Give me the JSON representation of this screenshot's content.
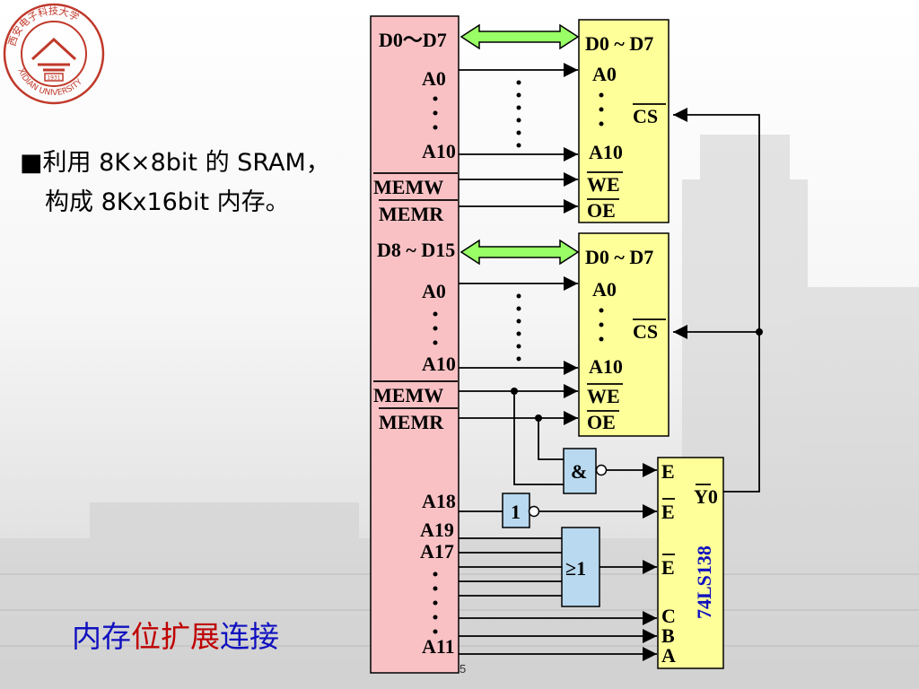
{
  "logo": {
    "text_top": "西安电子科技大学",
    "text_bottom": "XIDIAN UNIVERSITY",
    "year": "1931",
    "color": "#c0392b"
  },
  "bullet": {
    "marker": "■",
    "line1": "利用 8K×8bit 的 SRAM，",
    "line2": "构成 8Kx16bit 内存。"
  },
  "title": {
    "part1": "内存",
    "part2": "位扩展",
    "part3": "连接"
  },
  "page_number": "5",
  "bus": {
    "d_low": "D0～D7",
    "a0": "A0",
    "a10": "A10",
    "memw": "MEMW",
    "memr": "MEMR",
    "d_high": "D8 ~ D15",
    "a0_b": "A0",
    "a10_b": "A10",
    "memw_b": "MEMW",
    "memr_b": "MEMR",
    "a18": "A18",
    "a19": "A19",
    "a17": "A17",
    "a11": "A11"
  },
  "chip1": {
    "data": "D0 ~ D7",
    "a0": "A0",
    "cs": "CS",
    "a10": "A10",
    "we": "WE",
    "oe": "OE"
  },
  "chip2": {
    "data": "D0 ~ D7",
    "a0": "A0",
    "cs": "CS",
    "a10": "A10",
    "we": "WE",
    "oe": "OE"
  },
  "gates": {
    "and": "&",
    "not": "1",
    "or": "≥1"
  },
  "decoder": {
    "name": "74LS138",
    "e1": "E",
    "e2": "E",
    "e3": "E",
    "c": "C",
    "b": "B",
    "a": "A",
    "y0": "Y0"
  },
  "colors": {
    "bus_fill": "#f9c1c4",
    "chip_fill": "#ffff99",
    "gate_fill": "#b8d9ef",
    "arrow_fill": "#99ff66",
    "decoder_text": "#1010c0"
  }
}
